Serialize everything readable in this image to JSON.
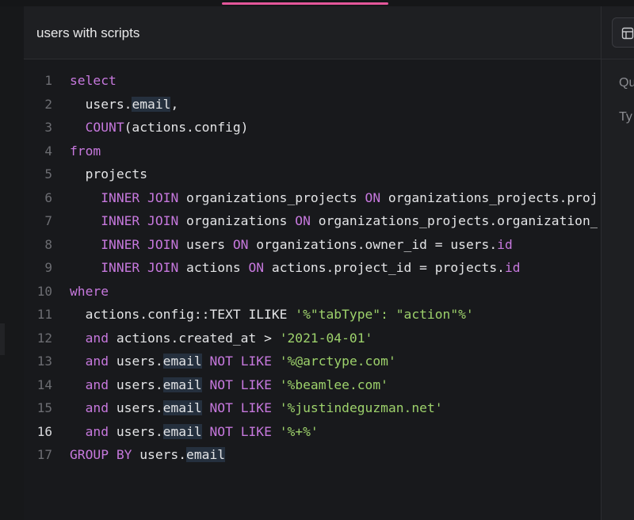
{
  "tab": {
    "title": "users with scripts"
  },
  "side_panel": {
    "labels": [
      "Qu",
      "Ty"
    ]
  },
  "editor": {
    "active_line": 16,
    "lines": [
      {
        "n": "1",
        "indent": "",
        "tokens": [
          [
            "kw",
            "select"
          ]
        ]
      },
      {
        "n": "2",
        "indent": "  ",
        "tokens": [
          [
            "plain",
            "users."
          ],
          [
            "hl",
            "email"
          ],
          [
            "plain",
            ","
          ]
        ]
      },
      {
        "n": "3",
        "indent": "  ",
        "tokens": [
          [
            "fn",
            "COUNT"
          ],
          [
            "plain",
            "(actions.config)"
          ]
        ]
      },
      {
        "n": "4",
        "indent": "",
        "tokens": [
          [
            "kw",
            "from"
          ]
        ]
      },
      {
        "n": "5",
        "indent": "  ",
        "tokens": [
          [
            "plain",
            "projects"
          ]
        ]
      },
      {
        "n": "6",
        "indent": "    ",
        "tokens": [
          [
            "kw",
            "INNER JOIN"
          ],
          [
            "plain",
            " organizations_projects "
          ],
          [
            "kw",
            "ON"
          ],
          [
            "plain",
            " organizations_projects.proj"
          ]
        ]
      },
      {
        "n": "7",
        "indent": "    ",
        "tokens": [
          [
            "kw",
            "INNER JOIN"
          ],
          [
            "plain",
            " organizations "
          ],
          [
            "kw",
            "ON"
          ],
          [
            "plain",
            " organizations_projects.organization_"
          ]
        ]
      },
      {
        "n": "8",
        "indent": "    ",
        "tokens": [
          [
            "kw",
            "INNER JOIN"
          ],
          [
            "plain",
            " users "
          ],
          [
            "kw",
            "ON"
          ],
          [
            "plain",
            " organizations.owner_id = users."
          ],
          [
            "kw",
            "id"
          ]
        ]
      },
      {
        "n": "9",
        "indent": "    ",
        "tokens": [
          [
            "kw",
            "INNER JOIN"
          ],
          [
            "plain",
            " actions "
          ],
          [
            "kw",
            "ON"
          ],
          [
            "plain",
            " actions.project_id = projects."
          ],
          [
            "kw",
            "id"
          ]
        ]
      },
      {
        "n": "10",
        "indent": "",
        "tokens": [
          [
            "kw",
            "where"
          ]
        ]
      },
      {
        "n": "11",
        "indent": "  ",
        "tokens": [
          [
            "plain",
            "actions.config::TEXT ILIKE "
          ],
          [
            "str",
            "'%\"tabType\": \"action\"%'"
          ]
        ]
      },
      {
        "n": "12",
        "indent": "  ",
        "tokens": [
          [
            "kw",
            "and"
          ],
          [
            "plain",
            " actions.created_at > "
          ],
          [
            "str",
            "'2021-04-01'"
          ]
        ]
      },
      {
        "n": "13",
        "indent": "  ",
        "tokens": [
          [
            "kw",
            "and"
          ],
          [
            "plain",
            " users."
          ],
          [
            "hl",
            "email"
          ],
          [
            "plain",
            " "
          ],
          [
            "kw",
            "NOT LIKE"
          ],
          [
            "plain",
            " "
          ],
          [
            "str",
            "'%@arctype.com'"
          ]
        ]
      },
      {
        "n": "14",
        "indent": "  ",
        "tokens": [
          [
            "kw",
            "and"
          ],
          [
            "plain",
            " users."
          ],
          [
            "hl",
            "email"
          ],
          [
            "plain",
            " "
          ],
          [
            "kw",
            "NOT LIKE"
          ],
          [
            "plain",
            " "
          ],
          [
            "str",
            "'%beamlee.com'"
          ]
        ]
      },
      {
        "n": "15",
        "indent": "  ",
        "tokens": [
          [
            "kw",
            "and"
          ],
          [
            "plain",
            " users."
          ],
          [
            "hl",
            "email"
          ],
          [
            "plain",
            " "
          ],
          [
            "kw",
            "NOT LIKE"
          ],
          [
            "plain",
            " "
          ],
          [
            "str",
            "'%justindeguzman.net'"
          ]
        ]
      },
      {
        "n": "16",
        "indent": "  ",
        "tokens": [
          [
            "kw",
            "and"
          ],
          [
            "plain",
            " users."
          ],
          [
            "hl",
            "email"
          ],
          [
            "plain",
            " "
          ],
          [
            "kw",
            "NOT LIKE"
          ],
          [
            "plain",
            " "
          ],
          [
            "str",
            "'%+%'"
          ]
        ]
      },
      {
        "n": "17",
        "indent": "",
        "tokens": [
          [
            "kw",
            "GROUP BY"
          ],
          [
            "plain",
            " users."
          ],
          [
            "hl",
            "email"
          ]
        ]
      }
    ]
  },
  "colors": {
    "accent": "#e4579b",
    "keyword": "#c678dd",
    "string": "#9dd16b",
    "background": "#18191c"
  },
  "icons": {
    "layout_button": "layout-panel-icon"
  }
}
